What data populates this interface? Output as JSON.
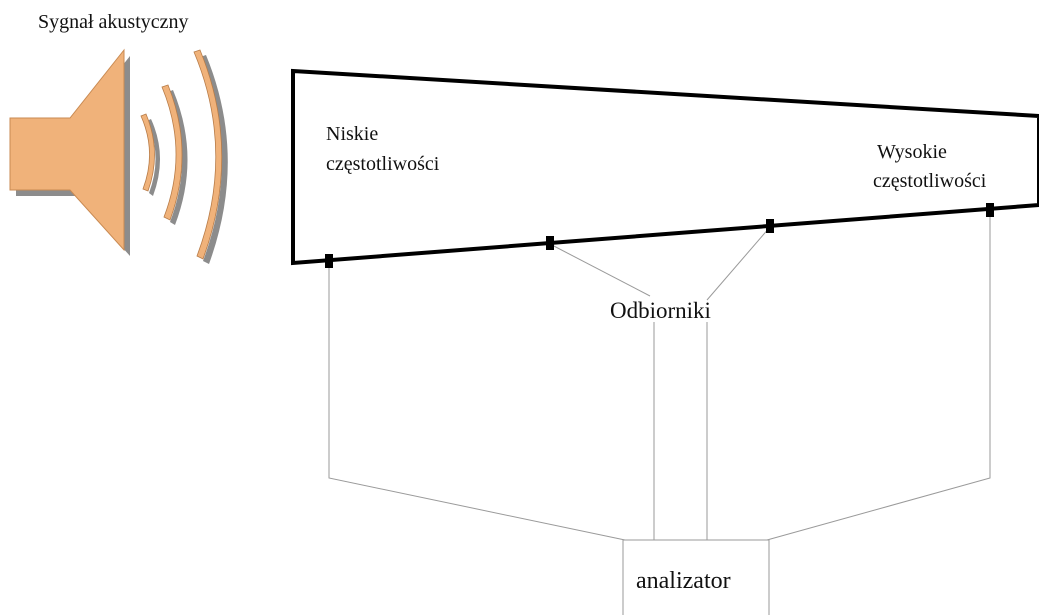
{
  "title": "Sygnał akustyczny",
  "labels": {
    "low_line1": "Niskie",
    "low_line2": "częstotliwości",
    "high_line1": "Wysokie",
    "high_line2": "częstotliwości",
    "receivers": "Odbiorniki",
    "analyzer": "analizator"
  },
  "colors": {
    "speaker_fill": "#f0b27a",
    "speaker_shadow": "#8c8c8c",
    "outline": "#000000",
    "wire": "#9a9a9a"
  }
}
